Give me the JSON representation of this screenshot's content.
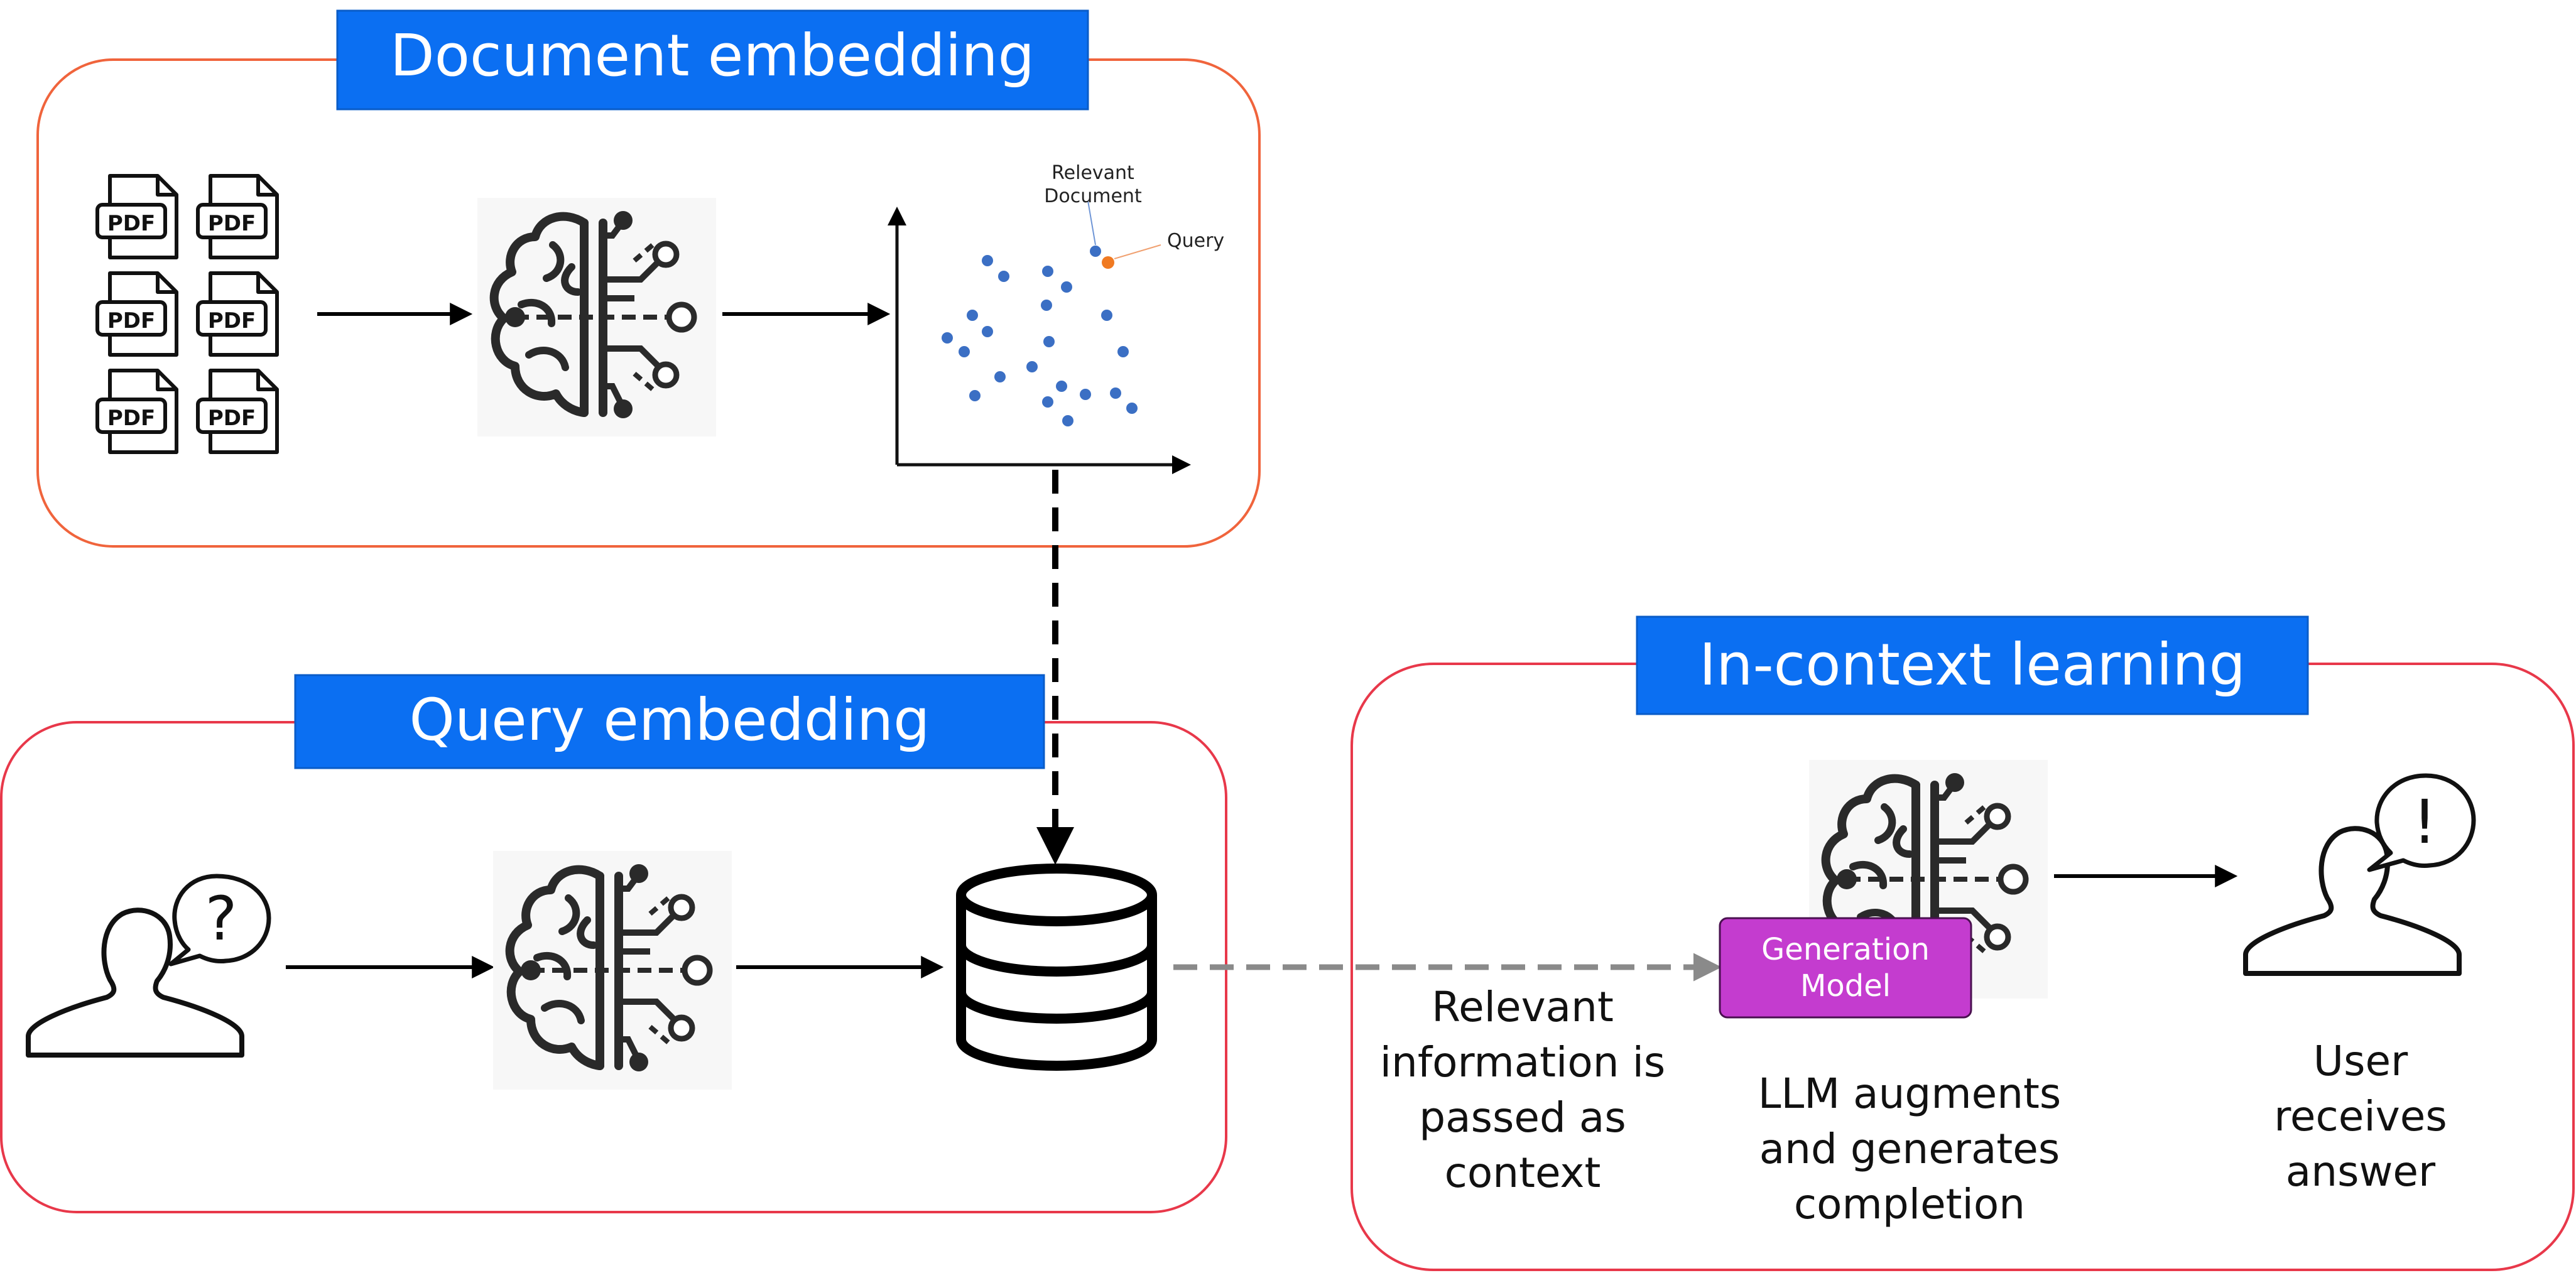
{
  "panels": {
    "document_embedding": {
      "title": "Document embedding",
      "pdf_label": "PDF",
      "scatter": {
        "relevant_label_line1": "Relevant",
        "relevant_label_line2": "Document",
        "query_label": "Query"
      }
    },
    "query_embedding": {
      "title": "Query embedding",
      "question_mark": "?"
    },
    "in_context_learning": {
      "title": "In-context learning",
      "generation_model_line1": "Generation",
      "generation_model_line2": "Model",
      "exclamation_mark": "!"
    }
  },
  "captions": {
    "context": [
      "Relevant",
      "information is",
      "passed as",
      "context"
    ],
    "llm": [
      "LLM augments",
      "and generates",
      "completion"
    ],
    "user": [
      "User",
      "receives",
      "answer"
    ]
  },
  "colors": {
    "banner": "#0b6ff2",
    "panel_border_orange": "#f0643c",
    "panel_border_red": "#e8384a",
    "point_blue": "#3b6fc4",
    "point_orange": "#f07a22",
    "generation_model": "#c43ccf"
  },
  "icons": [
    "pdf-file-icon",
    "brain-circuit-icon",
    "scatter-plot-icon",
    "database-icon",
    "user-question-icon",
    "user-answer-icon"
  ]
}
